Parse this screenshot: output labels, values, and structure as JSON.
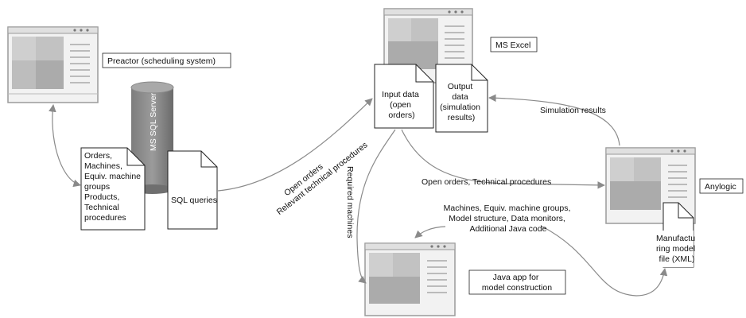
{
  "windows": {
    "preactor": {
      "label": "Preactor (scheduling system)"
    },
    "excel": {
      "label": "MS Excel"
    },
    "anylogic": {
      "label": "Anylogic"
    },
    "java": {
      "label_lines": [
        "Java app for",
        "model construction"
      ]
    }
  },
  "database": {
    "label": "MS SQL Server"
  },
  "documents": {
    "db_tables": {
      "lines": [
        "Orders,",
        "Machines,",
        "Equiv. machine",
        "groups",
        "Products,",
        "Technical",
        "procedures"
      ]
    },
    "sql_queries": {
      "lines": [
        "SQL queries"
      ]
    },
    "input_data": {
      "lines": [
        "Input data",
        "(open",
        "orders)"
      ]
    },
    "output_data": {
      "lines": [
        "Output",
        "data",
        "(simulation",
        "results)"
      ]
    },
    "model_file": {
      "lines": [
        "Manufactu",
        "ring model",
        "file (XML)"
      ]
    }
  },
  "flows": {
    "sql_to_input": {
      "lines": [
        "Open orders",
        "Relevant technical procedures"
      ]
    },
    "required_machines": {
      "label": "Required machines"
    },
    "open_orders_tech": {
      "label": "Open orders, Technical procedures"
    },
    "simulation_results": {
      "label": "Simulation results"
    },
    "model_construction": {
      "lines": [
        "Machines, Equiv. machine groups,",
        "Model structure, Data monitors,",
        "Additional Java code"
      ]
    }
  }
}
